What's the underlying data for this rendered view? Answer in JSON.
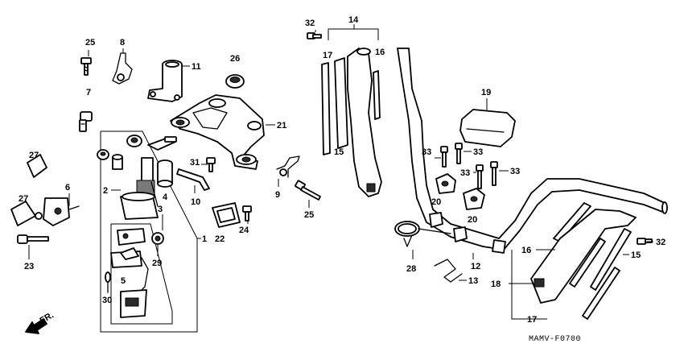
{
  "diagram": {
    "code": "MAMV-F0700",
    "front_label": "FR.",
    "callouts": [
      "1",
      "2",
      "3",
      "4",
      "5",
      "6",
      "7",
      "8",
      "9",
      "10",
      "11",
      "12",
      "13",
      "14",
      "15",
      "15",
      "16",
      "16",
      "17",
      "17",
      "18",
      "19",
      "20",
      "20",
      "21",
      "22",
      "23",
      "24",
      "25",
      "25",
      "26",
      "27",
      "27",
      "28",
      "29",
      "30",
      "31",
      "32",
      "32",
      "33",
      "33",
      "33",
      "33"
    ]
  }
}
